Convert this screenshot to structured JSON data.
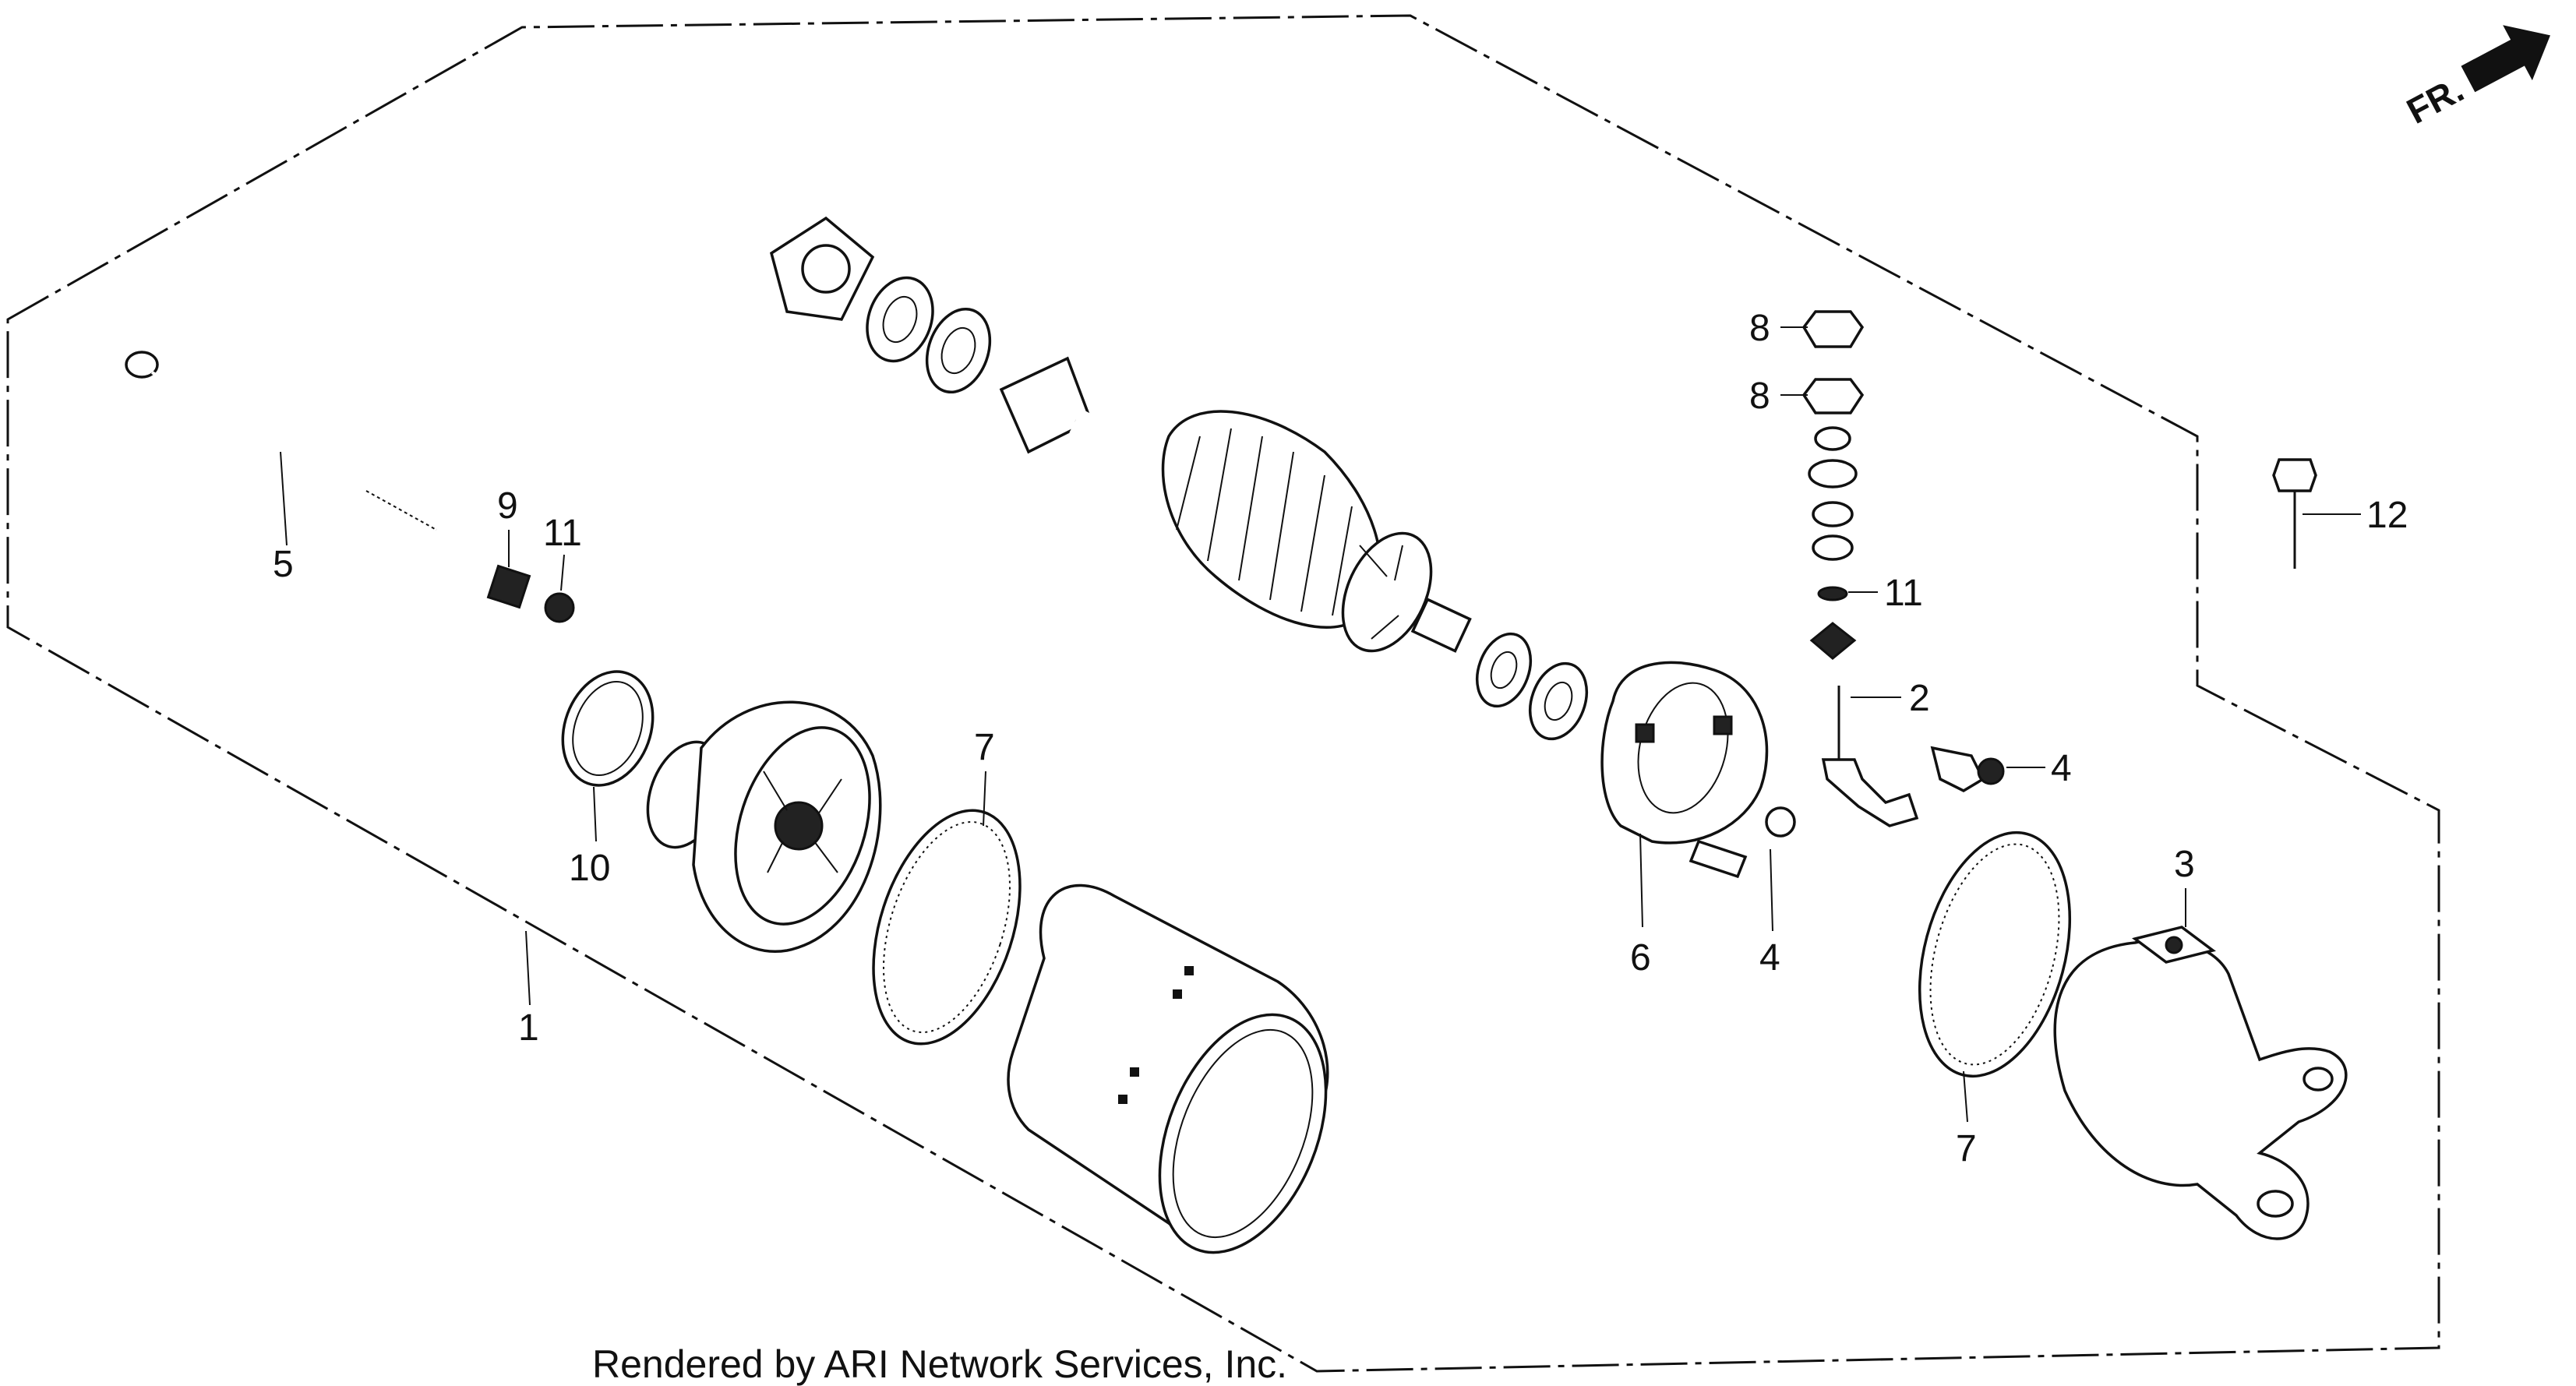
{
  "orientation": {
    "label": "FR."
  },
  "credit": "Rendered by ARI Network Services, Inc.",
  "callouts": {
    "c1": "1",
    "c2": "2",
    "c3": "3",
    "c4a": "4",
    "c4b": "4",
    "c5": "5",
    "c6": "6",
    "c7a": "7",
    "c7b": "7",
    "c8a": "8",
    "c8b": "8",
    "c9": "9",
    "c10": "10",
    "c11a": "11",
    "c11b": "11",
    "c12": "12"
  }
}
